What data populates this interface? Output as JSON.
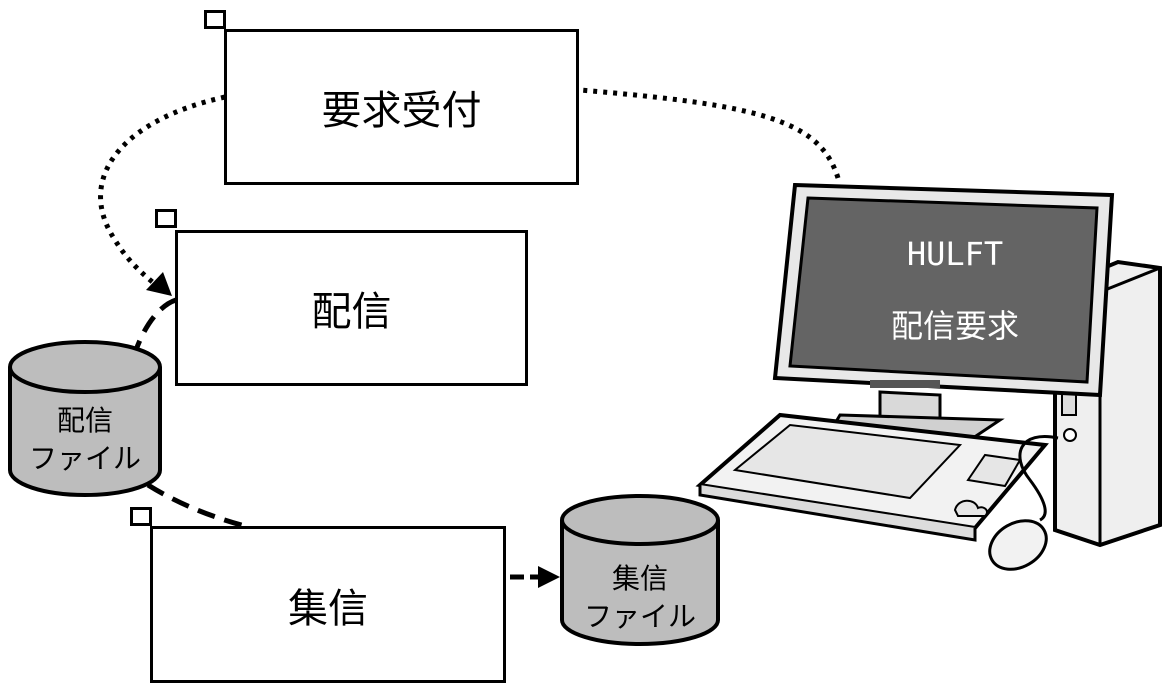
{
  "boxes": {
    "request_receive": "要求受付",
    "send": "配信",
    "collect": "集信"
  },
  "files": {
    "send_file": {
      "line1": "配信",
      "line2": "ファイル"
    },
    "collect_file": {
      "line1": "集信",
      "line2": "ファイル"
    }
  },
  "computer": {
    "screen_line1": "HULFT",
    "screen_line2": "配信要求"
  },
  "colors": {
    "cylinder_fill": "#bdbdbd",
    "screen_fill": "#646464",
    "line": "#000000"
  },
  "icons": [
    "computer-icon",
    "keyboard-icon",
    "mouse-icon",
    "database-icon"
  ]
}
